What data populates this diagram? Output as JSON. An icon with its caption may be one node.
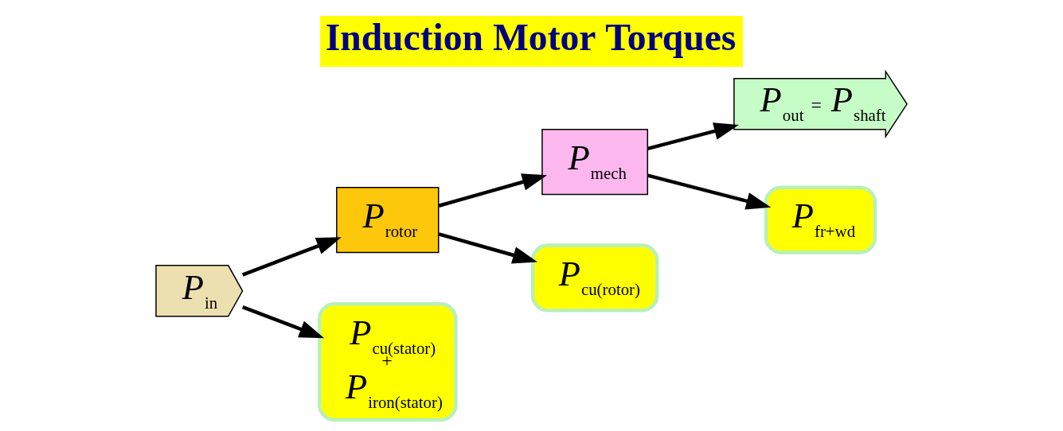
{
  "diagram": {
    "title": "Induction Motor Torques",
    "nodes": [
      {
        "text": [
          "*P*$_{in}$"
        ]
      },
      {
        "text": [
          "*P*$_{rotor}$"
        ]
      },
      {
        "text": [
          "*P*$_{mech}$"
        ]
      },
      {
        "text": [
          "*P*$_{out}$ = *P*$_{shaft}$"
        ]
      },
      {
        "text": [
          "*P*$_{cu(stator)}$ + *P*$_{iron(stator)}$"
        ]
      },
      {
        "text": [
          "*P*$_{cu(rotor)}$"
        ]
      },
      {
        "text": [
          "*P*$_{fr+wd}$"
        ]
      }
    ],
    "edges": [
      {
        "from": 0,
        "to": 1,
        "arrow": "to"
      },
      {
        "from": 1,
        "to": 2,
        "arrow": "to"
      },
      {
        "from": 2,
        "to": 3,
        "arrow": "to"
      },
      {
        "from": 0,
        "to": 4,
        "arrow": "to"
      },
      {
        "from": 1,
        "to": 5,
        "arrow": "to"
      },
      {
        "from": 2,
        "to": 6,
        "arrow": "to"
      }
    ]
  }
}
